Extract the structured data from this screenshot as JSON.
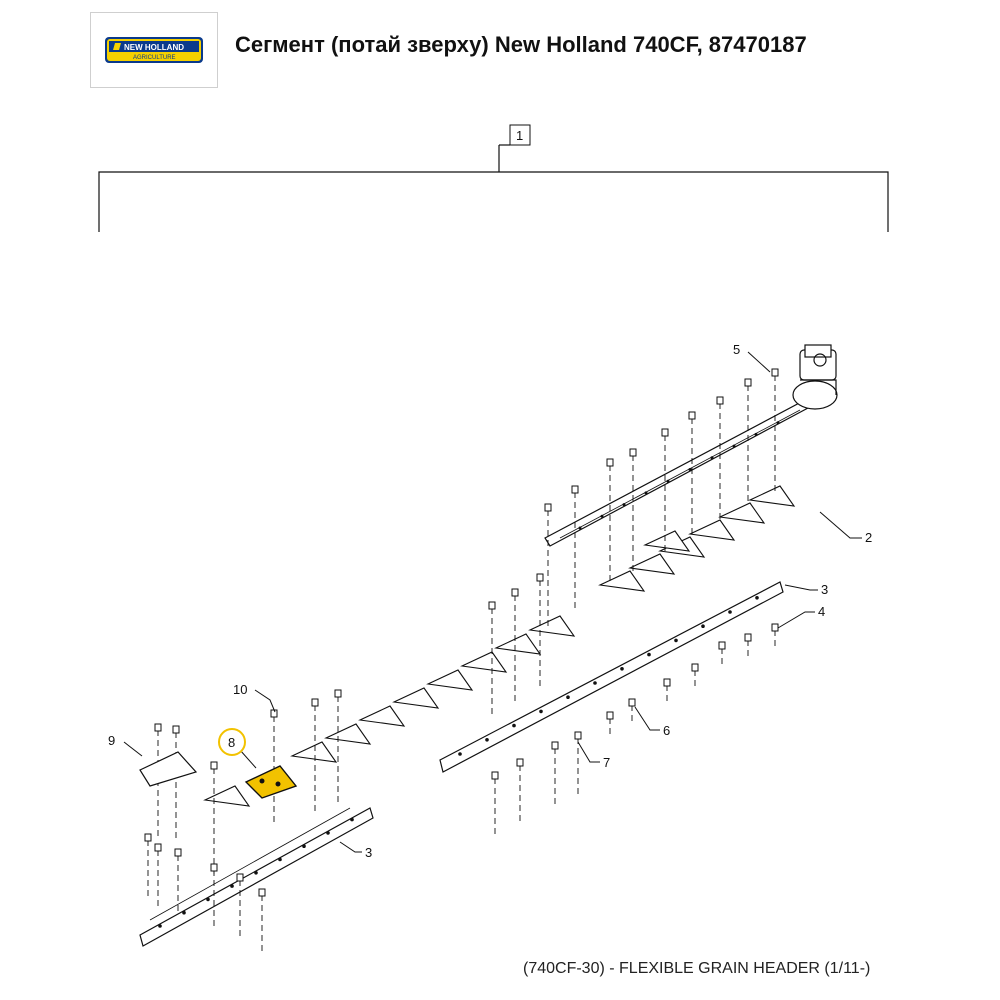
{
  "header": {
    "title": "Сегмент (потай зверху) New Holland 740CF, 87470187",
    "logo": {
      "line1": "NEW HOLLAND",
      "line2": "AGRICULTURE"
    }
  },
  "diagram": {
    "callouts": [
      {
        "id": "c1",
        "label": "1"
      },
      {
        "id": "c2",
        "label": "2"
      },
      {
        "id": "c3a",
        "label": "3"
      },
      {
        "id": "c3b",
        "label": "3"
      },
      {
        "id": "c4",
        "label": "4"
      },
      {
        "id": "c5",
        "label": "5"
      },
      {
        "id": "c6",
        "label": "6"
      },
      {
        "id": "c7",
        "label": "7"
      },
      {
        "id": "c8",
        "label": "8"
      },
      {
        "id": "c9",
        "label": "9"
      },
      {
        "id": "c10",
        "label": "10"
      }
    ],
    "highlight_color": "#f2c200",
    "caption": "(740CF-30) - FLEXIBLE GRAIN HEADER (1/11-)"
  }
}
